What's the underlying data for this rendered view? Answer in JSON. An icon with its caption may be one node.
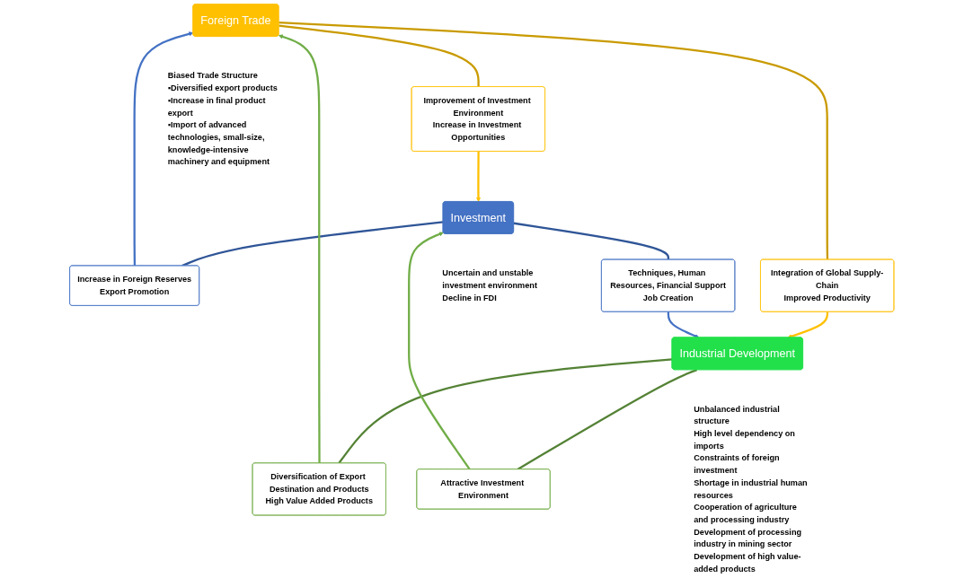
{
  "diagram": {
    "nodes": [
      {
        "text": [
          "Foreign Trade"
        ],
        "beside": [
          "Biased Trade Structure",
          "▪Diversified export products",
          "▪Increase in final product export",
          "▪Import of advanced technologies, small-size, knowledge-intensive machinery and equipment"
        ]
      },
      {
        "text": [
          "Increase in Foreign Reserves",
          "Export Promotion"
        ]
      },
      {
        "text": [
          "Improvement of Investment Environment",
          "Increase in Investment Opportunities"
        ]
      },
      {
        "text": [
          "Diversification of Export Destination and Products",
          "High Value Added Products"
        ]
      },
      {
        "text": [
          "Integration of Global Supply-Chain",
          "Improved Productivity"
        ]
      },
      {
        "text": [
          "Investment"
        ],
        "beside": [
          "Uncertain and unstable investment environment",
          "Decline in FDI"
        ]
      },
      {
        "text": [
          "Techniques, Human Resources, Financial Support",
          "Job Creation"
        ]
      },
      {
        "text": [
          "Industrial Development"
        ],
        "beside": [
          "Unbalanced industrial structure",
          "High level dependency on imports",
          "Constraints of foreign investment",
          "Shortage in industrial human resources",
          "Cooperation of agriculture and processing industry",
          "Development of processing industry in mining sector",
          "Development of high value-added products"
        ]
      },
      {
        "text": [
          "Attractive Investment Environment"
        ]
      }
    ],
    "edges": [
      {
        "from": 5,
        "to": 1,
        "arrow": "none",
        "color": "#2f5597"
      },
      {
        "from": 1,
        "to": 0,
        "arrow": "to",
        "color": "#4472c4"
      },
      {
        "from": 0,
        "to": 2,
        "arrow": "none",
        "color": "#c99a00"
      },
      {
        "from": 2,
        "to": 5,
        "arrow": "to",
        "color": "#ffc000"
      },
      {
        "from": 7,
        "to": 3,
        "arrow": "none",
        "color": "#548235"
      },
      {
        "from": 3,
        "to": 0,
        "arrow": "to",
        "color": "#70ad47"
      },
      {
        "from": 0,
        "to": 4,
        "arrow": "none",
        "color": "#c99a00"
      },
      {
        "from": 4,
        "to": 7,
        "arrow": "to",
        "color": "#ffc000"
      },
      {
        "from": 5,
        "to": 6,
        "arrow": "none",
        "color": "#2f5597"
      },
      {
        "from": 6,
        "to": 7,
        "arrow": "to",
        "color": "#4472c4"
      },
      {
        "from": 7,
        "to": 8,
        "arrow": "none",
        "color": "#548235"
      },
      {
        "from": 8,
        "to": 5,
        "arrow": "to",
        "color": "#70ad47"
      }
    ]
  }
}
